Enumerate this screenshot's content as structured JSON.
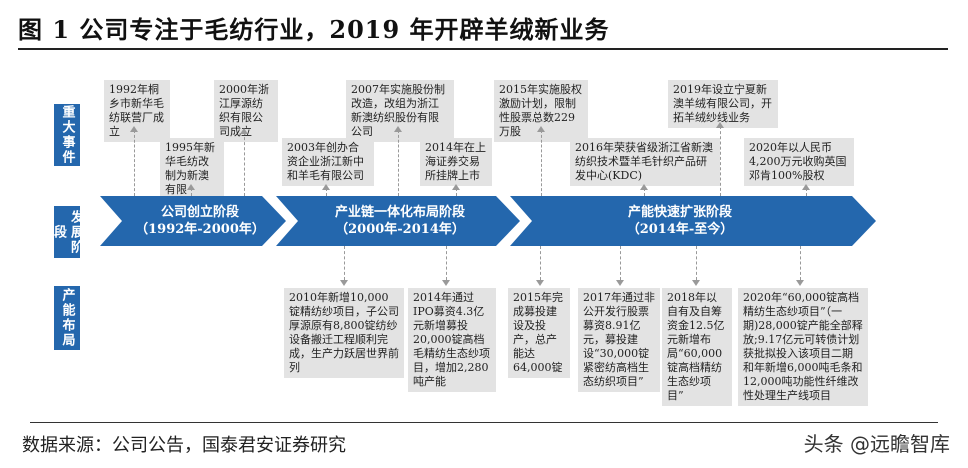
{
  "title": "图 1 公司专注于毛纺行业，2019 年开辟羊绒新业务",
  "side_labels": {
    "events": "重大事件",
    "stage": "发展阶段",
    "capacity": "产能布局"
  },
  "stages": [
    {
      "name": "公司创立阶段",
      "period": "（1992年-2000年）"
    },
    {
      "name": "产业链一体化布局阶段",
      "period": "（2000年-2014年）"
    },
    {
      "name": "产能快速扩张阶段",
      "period": "（2014年-至今）"
    }
  ],
  "events_top": [
    "1992年桐乡市新华毛纺联营厂成立",
    "2000年浙江厚源纺织有限公司成立",
    "2007年实施股份制改造，改组为浙江新澳纺织股份有限公司",
    "2015年实施股权激励计划，限制性股票总数229万股",
    "2019年设立宁夏新澳羊绒有限公司，开拓羊绒纱线业务"
  ],
  "events_bottom": [
    "1995年新华毛纺改制为新澳有限",
    "2003年创办合资企业浙江新中和羊毛有限公司",
    "2014年在上海证券交易所挂牌上市",
    "2016年荣获省级浙江省新澳纺织技术暨羊毛针织产品研发中心(KDC)",
    "2020年以人民币4,200万元收购英国邓肯100%股权"
  ],
  "capacity": [
    "2010年新增10,000锭精纺纱项目，子公司厚源原有8,800锭纺纱设备搬迁工程顺利完成，生产力跃居世界前列",
    "2014年通过IPO募资4.3亿元新增募投20,000锭高档毛精纺生态纱项目，增加2,280吨产能",
    "2015年完成募投建设及投产，总产能达64,000锭",
    "2017年通过非公开发行股票募资8.91亿元，募投建设“30,000锭紧密纺高档生态纺织项目”",
    "2018年以自有及自筹资金12.5亿元新增布局“60,000锭高档精纺生态纱项目”",
    "2020年“60,000锭高档精纺生态纱项目”（一期)28,000锭产能全部释放;9.17亿元可转债计划获批拟投入该项目二期和年新增6,000吨毛条和12,000吨功能性纤维改性处理生产线项目"
  ],
  "source": "数据来源：公司公告，国泰君安证券研究",
  "watermark": "头条 @远瞻智库",
  "colors": {
    "accent": "#2467ad",
    "box_bg": "#e3e3e3",
    "connector": "#999999"
  }
}
